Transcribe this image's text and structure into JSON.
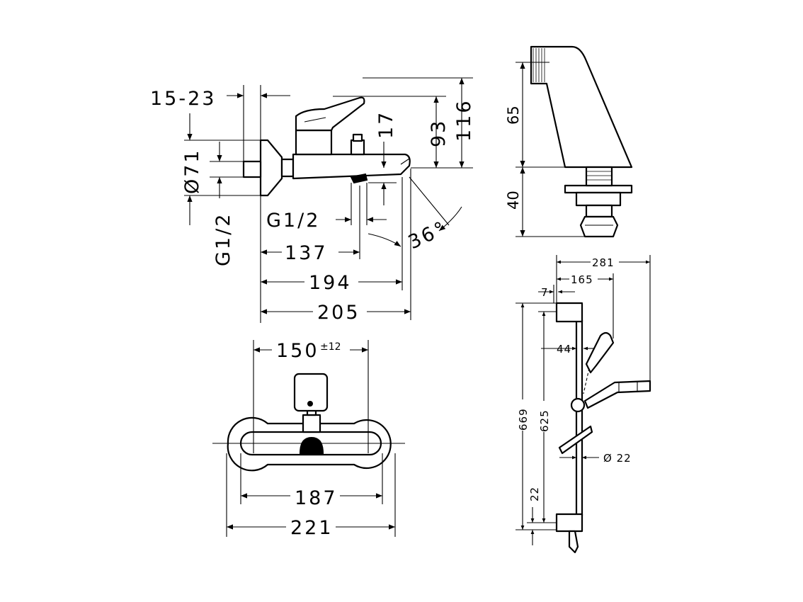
{
  "dimensions": {
    "wall_offset": "15-23",
    "flange_diameter": "Ø71",
    "inlet_thread_side": "G1/2",
    "outlet_thread": "G1/2",
    "diverter_drop": "17",
    "lever_height": "93",
    "total_height": "116",
    "angle": "36°",
    "outlet_reach": "137",
    "spout_reach": "194",
    "total_depth": "205",
    "centre_distance": "150",
    "centre_tolerance": "±12",
    "width_inner": "187",
    "width_total": "221",
    "holder_height": "65",
    "holder_base": "40",
    "rail_offset_total": "281",
    "rail_offset_holder": "165",
    "rail_wall_gap": "7",
    "slider_offset": "44",
    "rail_length_total": "669",
    "rail_length_inner": "625",
    "rail_bottom": "22",
    "rail_diameter": "Ø 22"
  }
}
